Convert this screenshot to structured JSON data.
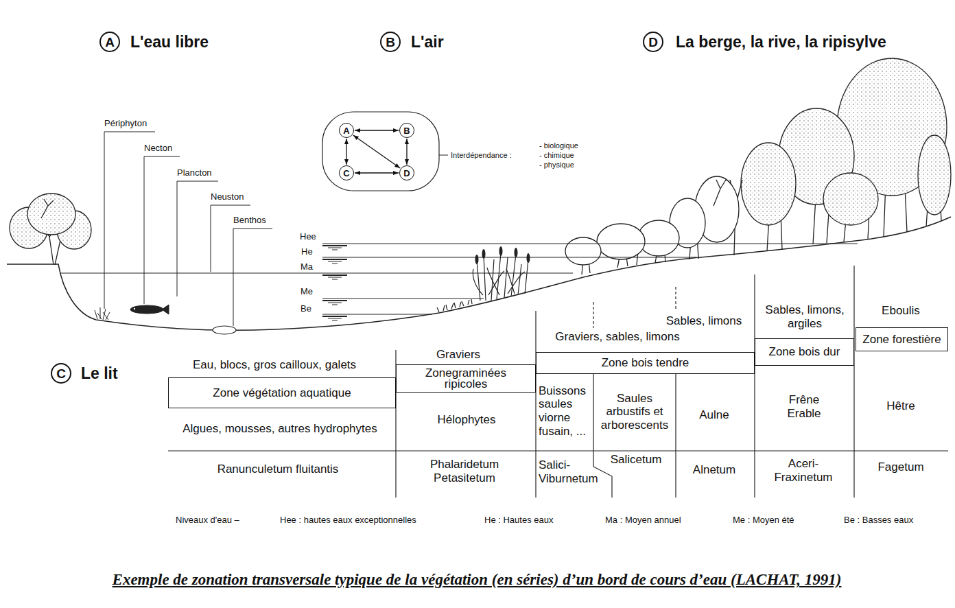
{
  "diagram": {
    "caption": "Exemple de zonation transversale typique de la végétation (en séries) d’un bord de cours d’eau (LACHAT, 1991)",
    "nodes": [
      {
        "text": [
          "A",
          "L'eau libre"
        ]
      },
      {
        "text": [
          "B",
          "L'air"
        ]
      },
      {
        "text": [
          "D",
          "La berge, la rive, la ripisylve"
        ]
      },
      {
        "text": [
          "A"
        ]
      },
      {
        "text": [
          "B"
        ]
      },
      {
        "text": [
          "C"
        ]
      },
      {
        "text": [
          "D"
        ]
      },
      {
        "text": [
          "C",
          "Le lit"
        ]
      },
      {
        "text": [
          "Zone végétation aquatique"
        ]
      },
      {
        "text": [
          "Zonegraminées ripicoles"
        ]
      },
      {
        "text": [
          "Zone bois tendre"
        ]
      },
      {
        "text": [
          "Zone bois dur"
        ]
      },
      {
        "text": [
          "Zone forestière"
        ]
      }
    ],
    "edges": [
      {
        "from": 3,
        "to": 4,
        "arrow": "both"
      },
      {
        "from": 3,
        "to": 5,
        "arrow": "both"
      },
      {
        "from": 3,
        "to": 6,
        "arrow": "both"
      },
      {
        "from": 4,
        "to": 6,
        "arrow": "both"
      },
      {
        "from": 5,
        "to": 6,
        "arrow": "both"
      }
    ],
    "labels": [
      "Périphyton",
      "Necton",
      "Plancton",
      "Neuston",
      "Benthos",
      "Hee",
      "He",
      "Ma",
      "Me",
      "Be",
      "Interdépendance :",
      "- biologique",
      "- chimique",
      "- physique",
      "Eau, blocs, gros cailloux, galets",
      "Algues, mousses, autres hydrophytes",
      "Ranunculetum fluitantis",
      "Graviers",
      "Hélophytes",
      "Phalaridetum Petasitetum",
      "Graviers, sables, limons",
      "Sables, limons",
      "Buissons saules viorne fusain, ...",
      "Saules arbustifs et arborescents",
      "Aulne",
      "Salici-Viburnetum",
      "Salicetum",
      "Alnetum",
      "Sables, limons, argiles",
      "Frêne Erable",
      "Aceri-Fraxinetum",
      "Eboulis",
      "Hêtre",
      "Fagetum",
      "Niveaux d'eau –",
      "Hee : hautes eaux exceptionnelles",
      "He : Hautes eaux",
      "Ma : Moyen annuel",
      "Me : Moyen été",
      "Be : Basses eaux"
    ]
  }
}
